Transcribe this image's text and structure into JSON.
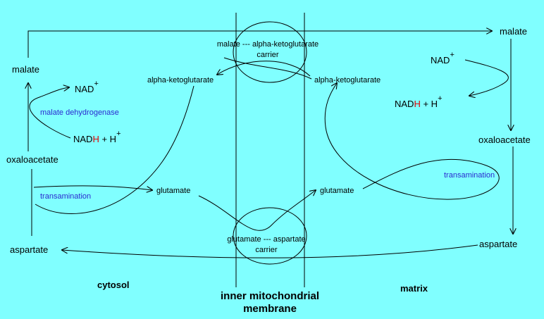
{
  "cytosol": {
    "malate": "malate",
    "nad_plus": "NAD",
    "nad_sup": "+",
    "enzyme": "malate dehydrogenase",
    "nadh_pre": "NAD",
    "nadh_h": "H",
    "nadh_tail": " + H",
    "nadh_sup": "+",
    "oxaloacetate": "oxaloacetate",
    "transamination": "transamination",
    "aspartate": "aspartate",
    "akg": "alpha-ketoglutarate",
    "glutamate": "glutamate",
    "region_label": "cytosol"
  },
  "membrane": {
    "top_carrier_line1": "malate --- alpha-ketoglutarate",
    "top_carrier_line2": "carrier",
    "bottom_carrier_line1": "glutamate --- aspartate",
    "bottom_carrier_line2": "carrier",
    "label_line1": "inner mitochondrial",
    "label_line2": "membrane"
  },
  "matrix": {
    "malate": "malate",
    "nad_plus": "NAD",
    "nad_sup": "+",
    "nadh_pre": "NAD",
    "nadh_h": "H",
    "nadh_tail": " + H",
    "nadh_sup": "+",
    "oxaloacetate": "oxaloacetate",
    "transamination": "transamination",
    "aspartate": "aspartate",
    "akg": "alpha-ketoglutarate",
    "glutamate": "glutamate",
    "region_label": "matrix"
  },
  "colors": {
    "background": "#80ffff",
    "accent_blue": "#2a2ad0",
    "accent_red": "#e00000"
  }
}
